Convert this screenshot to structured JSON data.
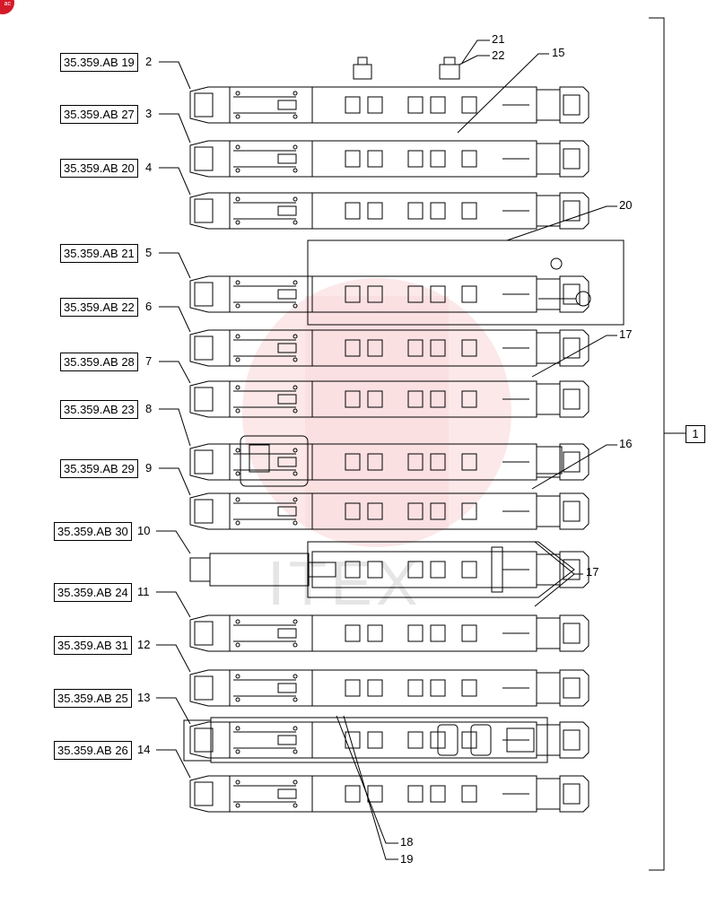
{
  "corner_logo": "ac",
  "watermark": "ITEX",
  "assembly_ref": "1",
  "sections": [
    {
      "ref": "35.359.AB 19",
      "num": "2"
    },
    {
      "ref": "35.359.AB 27",
      "num": "3"
    },
    {
      "ref": "35.359.AB 20",
      "num": "4"
    },
    {
      "ref": "35.359.AB 21",
      "num": "5"
    },
    {
      "ref": "35.359.AB 22",
      "num": "6"
    },
    {
      "ref": "35.359.AB 28",
      "num": "7"
    },
    {
      "ref": "35.359.AB 23",
      "num": "8"
    },
    {
      "ref": "35.359.AB 29",
      "num": "9"
    },
    {
      "ref": "35.359.AB 30",
      "num": "10"
    },
    {
      "ref": "35.359.AB 24",
      "num": "11"
    },
    {
      "ref": "35.359.AB 31",
      "num": "12"
    },
    {
      "ref": "35.359.AB 25",
      "num": "13"
    },
    {
      "ref": "35.359.AB 26",
      "num": "14"
    }
  ],
  "callouts": {
    "c21": "21",
    "c22": "22",
    "c15": "15",
    "c20": "20",
    "c17a": "17",
    "c16": "16",
    "c17b": "17",
    "c18": "18",
    "c19": "19"
  }
}
